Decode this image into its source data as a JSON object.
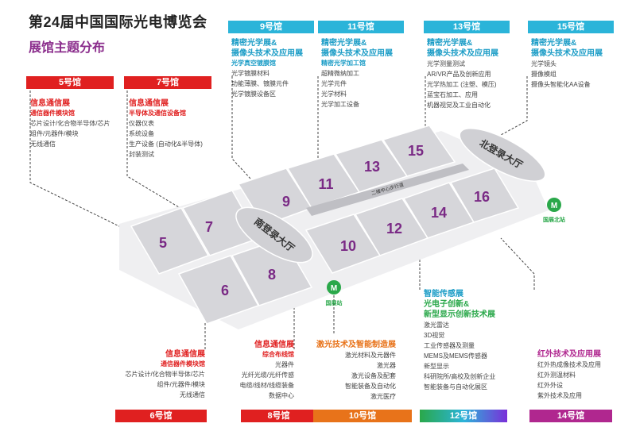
{
  "title": "第24届中国国际光电博览会",
  "subtitle": "展馆主题分布",
  "colors": {
    "red": "#e02020",
    "blue": "#2bb4d9",
    "orange": "#e8731a",
    "green": "#2aa84a",
    "magenta": "#b0278f",
    "purple": "#7a2a85",
    "hall_fill": "#d9d9dc",
    "hall_top": "#ececee"
  },
  "halls_top": [
    {
      "header": "5号馆",
      "title": "信息通信展",
      "sub": "通信器件模块馆",
      "items": [
        "芯片设计/化合物半导体/芯片",
        "组件/元器件/模块",
        "无线通信"
      ]
    },
    {
      "header": "7号馆",
      "title": "信息通信展",
      "sub": "半导体及通信设备馆",
      "items": [
        "仪器仪表",
        "系统设备",
        "生产设备 (自动化&半导体)",
        "封装测试"
      ]
    },
    {
      "header": "9号馆",
      "title": "精密光学展&",
      "title2": "摄像头技术及应用展",
      "sub": "光学真空镀膜馆",
      "items": [
        "光学镀膜材料",
        "功能薄膜、镀膜元件",
        "光学镀膜设备区"
      ]
    },
    {
      "header": "11号馆",
      "title": "精密光学展&",
      "title2": "摄像头技术及应用展",
      "sub": "精密光学加工馆",
      "items": [
        "超精微纳加工",
        "光学元件",
        "光学材料",
        "光学加工设备"
      ]
    },
    {
      "header": "13号馆",
      "title": "精密光学展&",
      "title2": "摄像头技术及应用展",
      "sub": "",
      "items": [
        "光学测量测试",
        "AR/VR产品及创新应用",
        "光学热加工 (注塑、模压)",
        "蓝宝石加工、应用",
        "机器视觉及工业自动化"
      ]
    },
    {
      "header": "15号馆",
      "title": "精密光学展&",
      "title2": "摄像头技术及应用展",
      "sub": "",
      "items": [
        "光学镜头",
        "摄像模组",
        "摄像头智能化AA设备"
      ]
    }
  ],
  "halls_bottom": [
    {
      "header": "6号馆",
      "title": "信息通信展",
      "sub": "通信器件模块馆",
      "items": [
        "芯片设计/化合物半导体/芯片",
        "组件/元器件/模块",
        "无线通信"
      ]
    },
    {
      "header": "8号馆",
      "title": "信息通信展",
      "sub": "综合布线馆",
      "items": [
        "光器件",
        "光纤光缆/光纤传感",
        "电缆/线材/线缆装备",
        "数据中心"
      ]
    },
    {
      "header": "10号馆",
      "title": "激光技术及智能制造展",
      "sub": "",
      "items": [
        "激光材料及元器件",
        "激光器",
        "激光设备及配套",
        "智能装备及自动化",
        "激光医疗"
      ]
    },
    {
      "header": "12号馆",
      "title": "智能传感展",
      "title2": "光电子创新&",
      "title3": "新型显示创新技术展",
      "sub": "",
      "items": [
        "激光雷达",
        "3D视觉",
        "工业传感器及测量",
        "MEMS及MEMS传感器",
        "新型显示",
        "科研院所/高校及创新企业",
        "智能装备与自动化展区"
      ]
    },
    {
      "header": "14号馆",
      "title": "红外技术及应用展",
      "sub": "",
      "items": [
        "红外热成像技术及应用",
        "红外测温材料",
        "红外外设",
        "紫外技术及应用"
      ]
    }
  ],
  "map": {
    "hall_numbers": [
      "5",
      "7",
      "6",
      "8",
      "9",
      "11",
      "13",
      "15",
      "10",
      "12",
      "14",
      "16"
    ],
    "south_hall": "南登录大厅",
    "north_hall": "北登录大厅",
    "corridor": "二楼中心步行道",
    "metro_south": "国展站",
    "metro_north": "国展北站"
  }
}
